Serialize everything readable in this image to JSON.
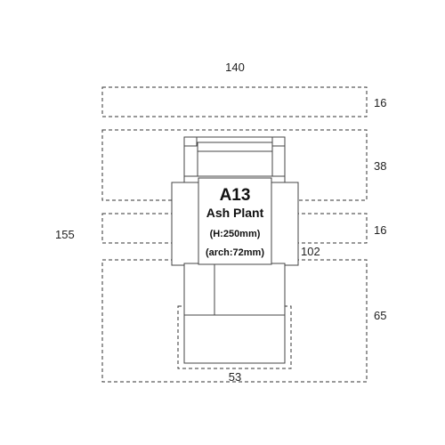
{
  "dimensions": {
    "top_width": "140",
    "row1_height": "16",
    "row2_height": "38",
    "row3_height": "16",
    "row4_height": "65",
    "left_height": "155",
    "right_offset": "102",
    "bottom_width": "53"
  },
  "block": {
    "code": "A13",
    "name": "Ash Plant",
    "height_label": "(H:250mm)",
    "arch_label": "(arch:72mm)"
  }
}
